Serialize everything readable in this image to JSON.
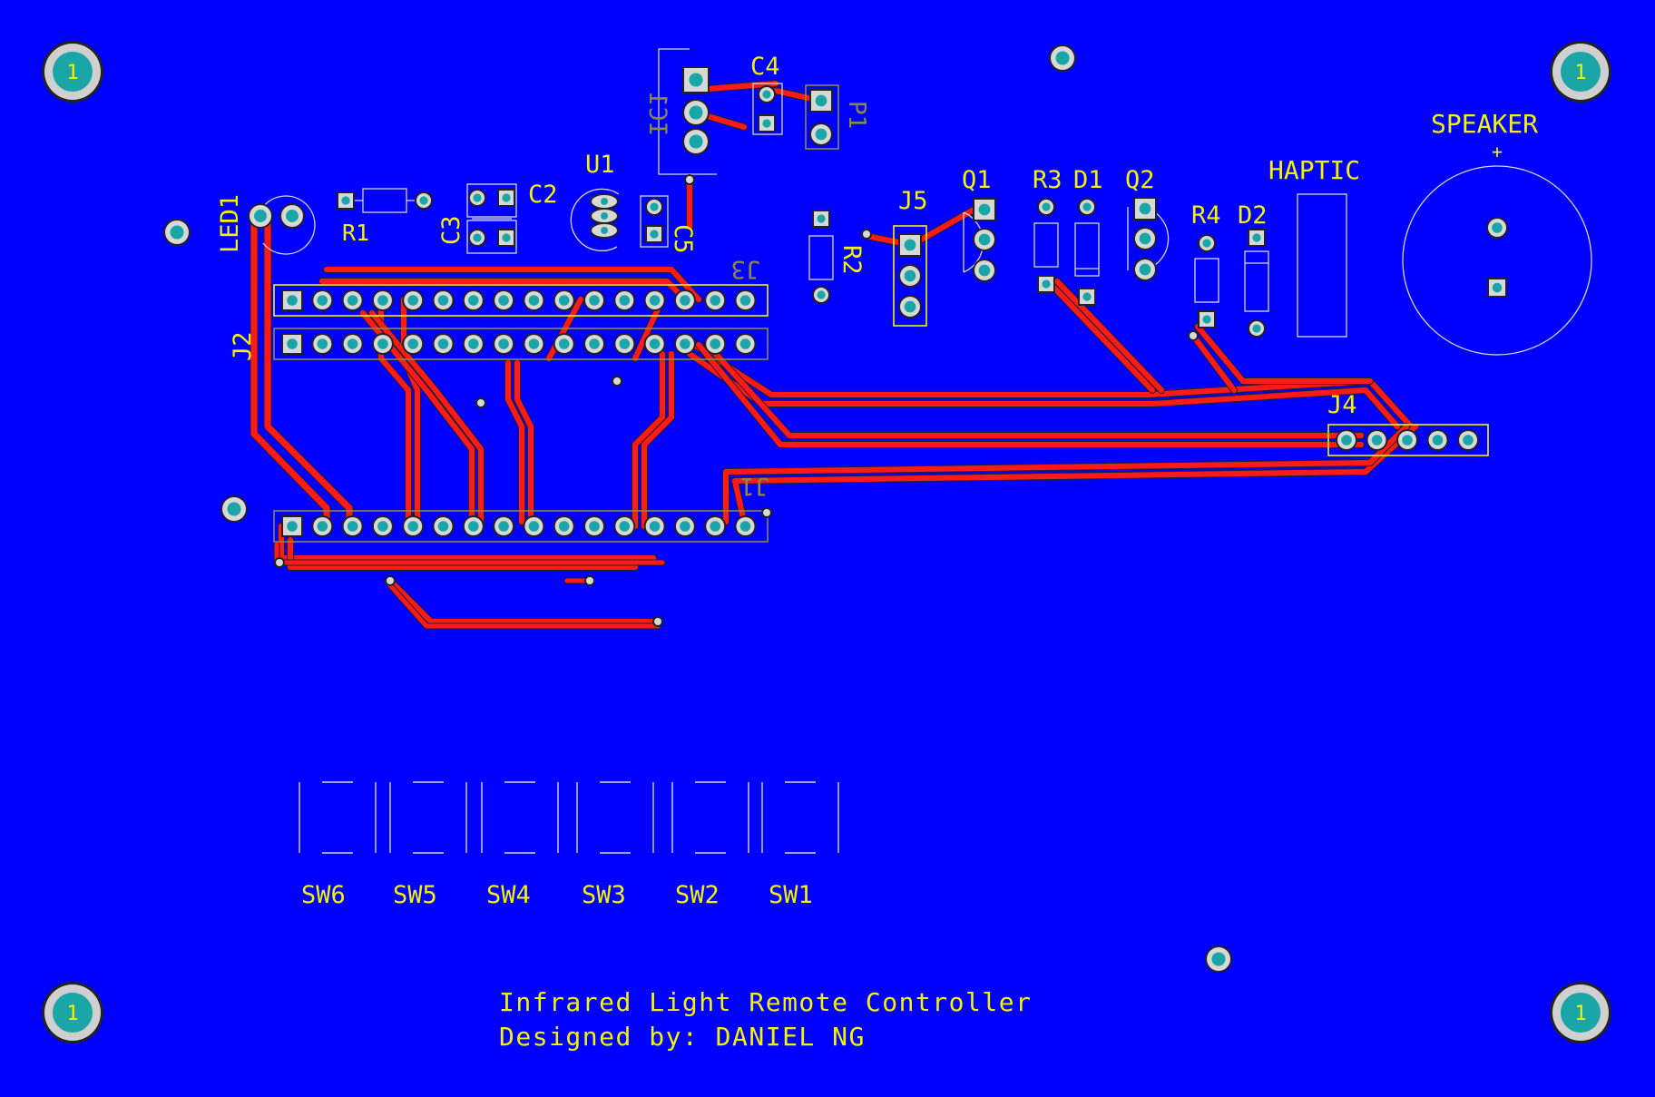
{
  "board": {
    "background_color": "#0000ff",
    "trace_color": "#ff1a1a",
    "silkscreen_color": "#f4f400",
    "pad_color": "#1aa6a6"
  },
  "mounting_holes": [
    {
      "id": "mh-tl",
      "label": "1"
    },
    {
      "id": "mh-tr",
      "label": "1"
    },
    {
      "id": "mh-bl",
      "label": "1"
    },
    {
      "id": "mh-br",
      "label": "1"
    }
  ],
  "designators": {
    "led1": "LED1",
    "r1": "R1",
    "c2": "C2",
    "c3": "C3",
    "u1": "U1",
    "c5": "C5",
    "ic1": "IC1",
    "c4": "C4",
    "p1": "P1",
    "r2": "R2",
    "j5": "J5",
    "q1": "Q1",
    "r3": "R3",
    "d1": "D1",
    "q2": "Q2",
    "r4": "R4",
    "d2": "D2",
    "haptic": "HAPTIC",
    "speaker": "SPEAKER",
    "speaker_plus": "+",
    "j3": "J3",
    "j2": "J2",
    "j1": "J1",
    "j4": "J4"
  },
  "switches": [
    "SW6",
    "SW5",
    "SW4",
    "SW3",
    "SW2",
    "SW1"
  ],
  "footer": {
    "title": "Infrared Light Remote Controller",
    "designer": "Designed by: DANIEL NG"
  }
}
